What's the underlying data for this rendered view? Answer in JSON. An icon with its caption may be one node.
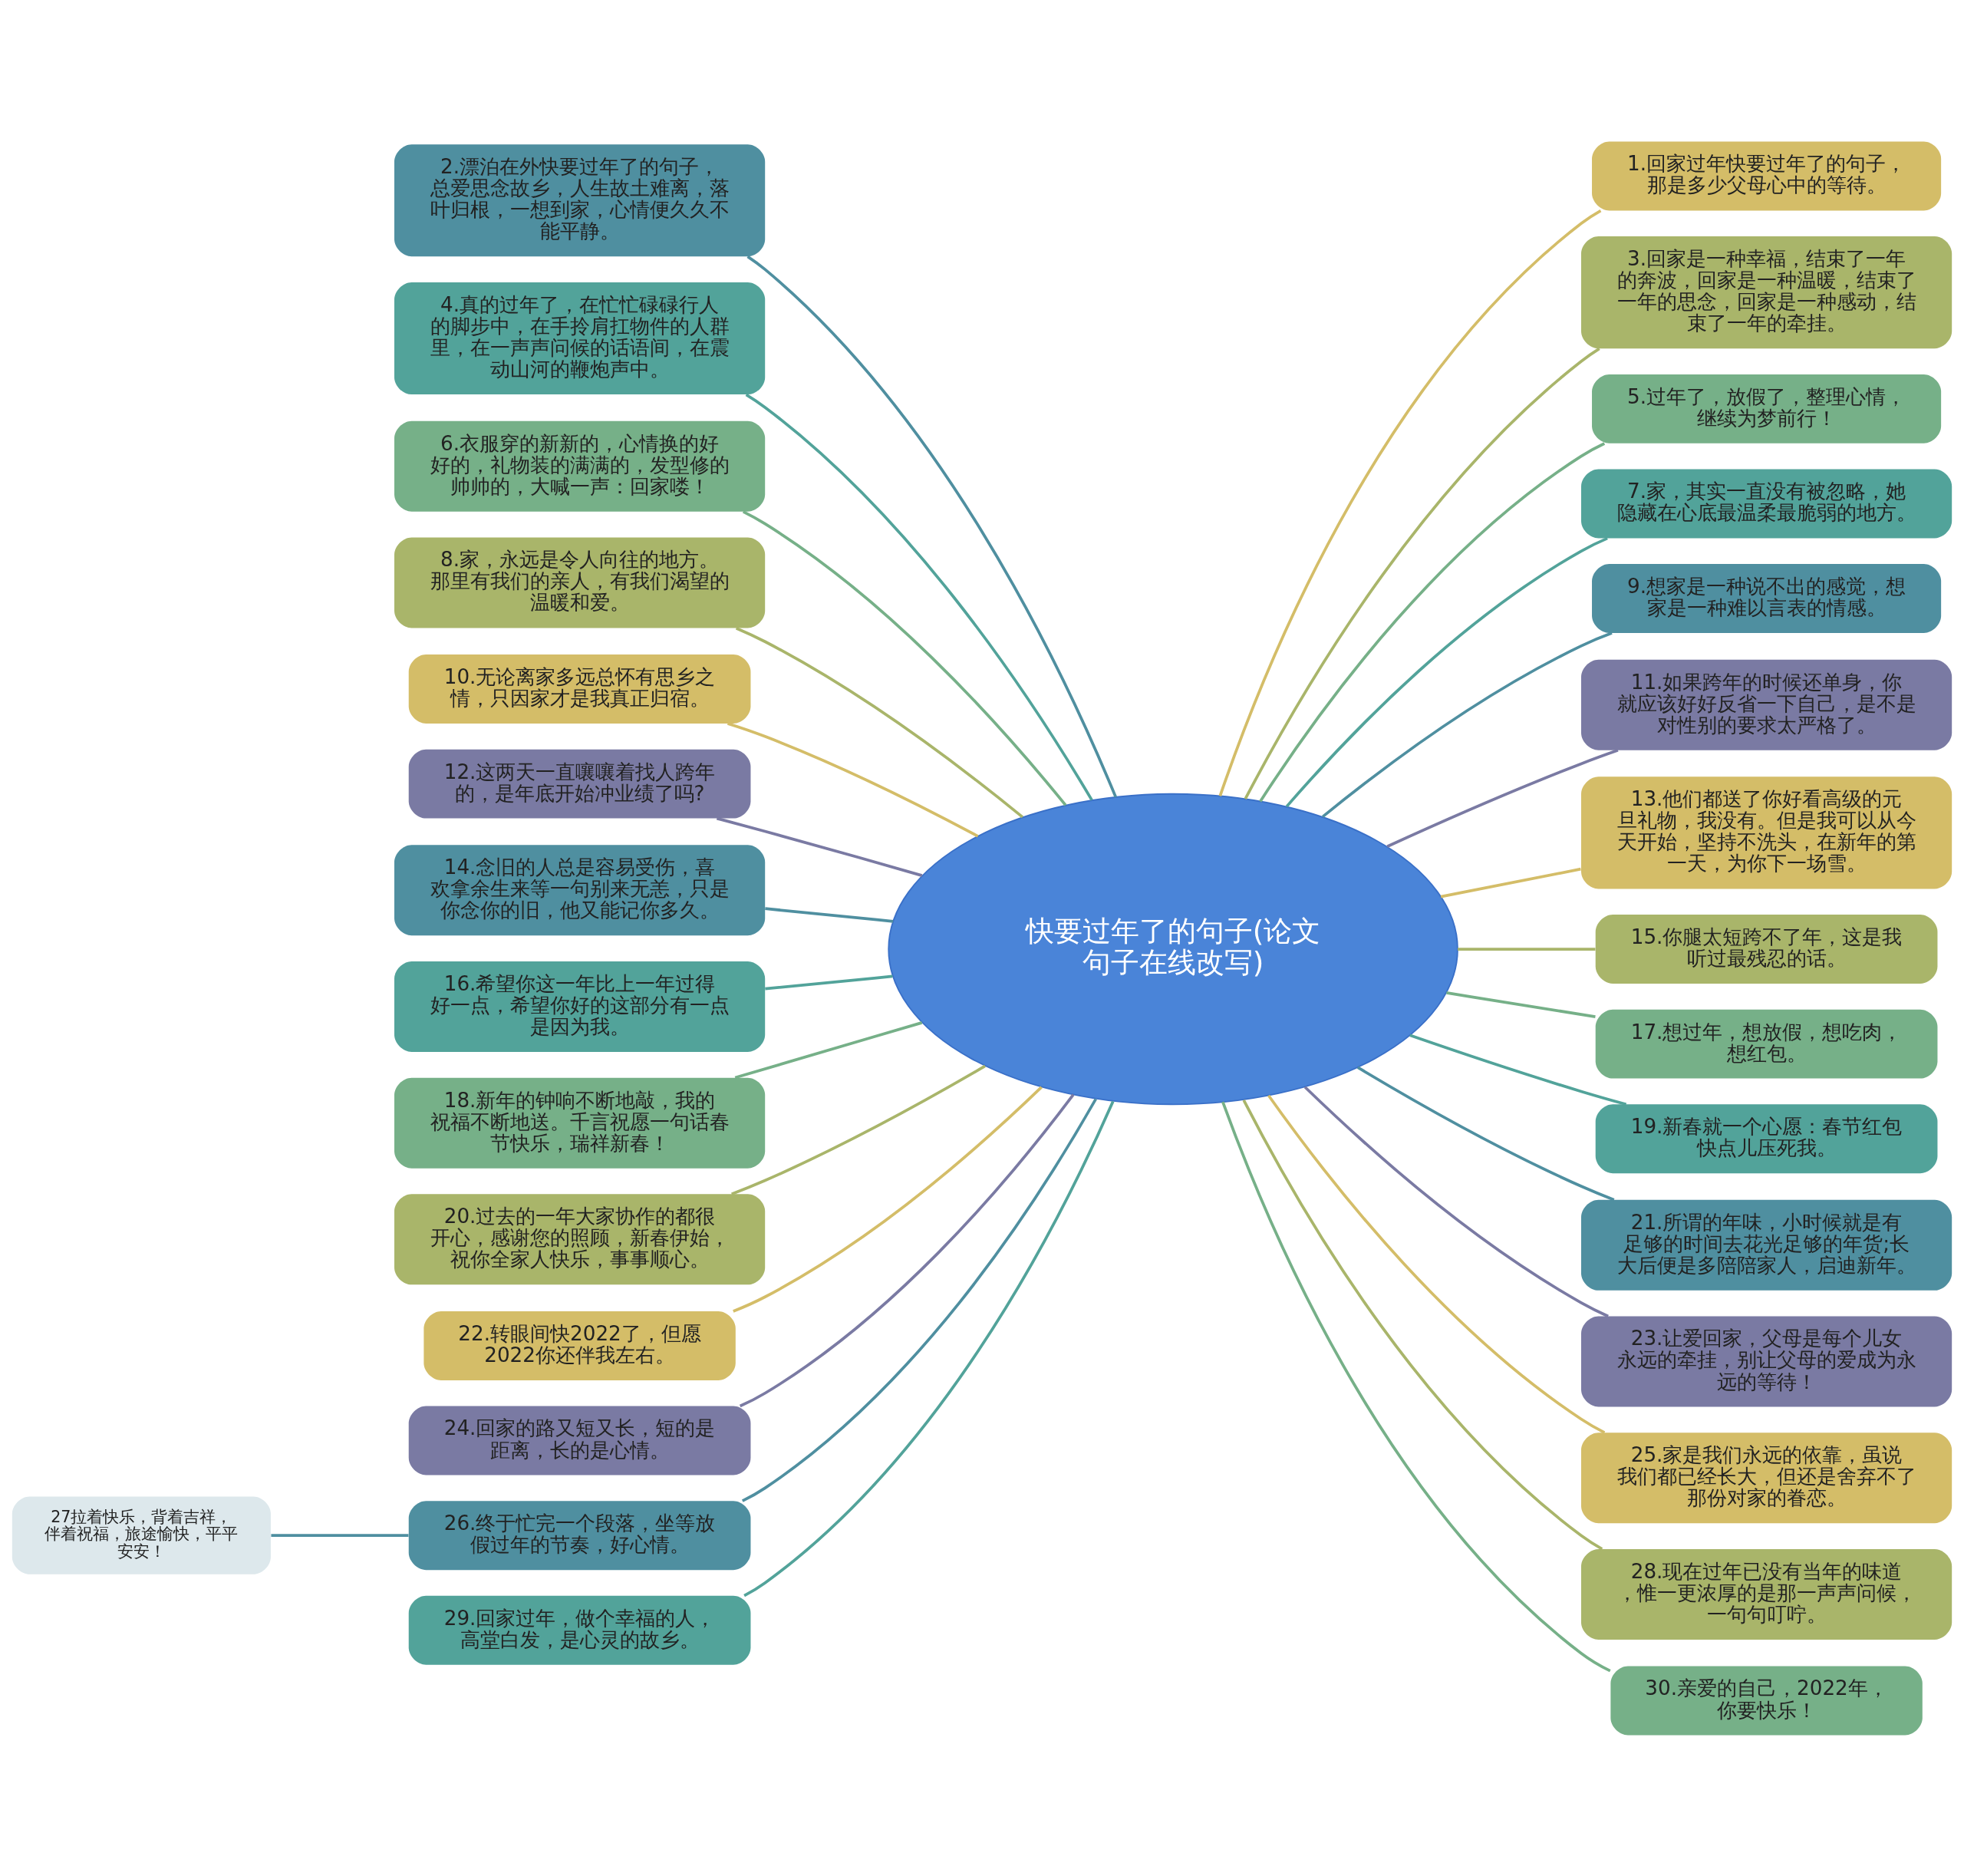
{
  "diagram": {
    "nodes": [
      {
        "text": [
          "快要过年了的句子(论文句子在线改写)"
        ]
      },
      {
        "text": [
          "1.回家过年快要过年了的句子，那是多少父母心中的等待。"
        ]
      },
      {
        "text": [
          "2.漂泊在外快要过年了的句子，总爱思念故乡，人生故土难离，落叶归根，一想到家，心情便久久不能平静。"
        ]
      },
      {
        "text": [
          "3.回家是一种幸福，结束了一年的奔波，回家是一种温暖，结束了一年的思念，回家是一种感动，结束了一年的牵挂。"
        ]
      },
      {
        "text": [
          "4.真的过年了，在忙忙碌碌行人的脚步中，在手拎肩扛物件的人群里，在一声声问候的话语间，在震动山河的鞭炮声中。"
        ]
      },
      {
        "text": [
          "5.过年了，放假了，整理心情，继续为梦前行！"
        ]
      },
      {
        "text": [
          "6.衣服穿的新新的，心情换的好好的，礼物装的满满的，发型修的帅帅的，大喊一声：回家喽！"
        ]
      },
      {
        "text": [
          "7.家，其实一直没有被忽略，她隐藏在心底最温柔最脆弱的地方。"
        ]
      },
      {
        "text": [
          "8.家，永远是令人向往的地方。那里有我们的亲人，有我们渴望的温暖和爱。"
        ]
      },
      {
        "text": [
          "9.想家是一种说不出的感觉，想家是一种难以言表的情感。"
        ]
      },
      {
        "text": [
          "10.无论离家多远总怀有思乡之情，只因家才是我真正归宿。"
        ]
      },
      {
        "text": [
          "11.如果跨年的时候还单身，你就应该好好反省一下自己，是不是对性别的要求太严格了。"
        ]
      },
      {
        "text": [
          "12.这两天一直嚷嚷着找人跨年的，是年底开始冲业绩了吗?"
        ]
      },
      {
        "text": [
          "13.他们都送了你好看高级的元旦礼物，我没有。但是我可以从今天开始，坚持不洗头，在新年的第一天，为你下一场雪。"
        ]
      },
      {
        "text": [
          "14.念旧的人总是容易受伤，喜欢拿余生来等一句别来无恙，只是你念你的旧，他又能记你多久。"
        ]
      },
      {
        "text": [
          "15.你腿太短跨不了年，这是我听过最残忍的话。"
        ]
      },
      {
        "text": [
          "16.希望你这一年比上一年过得好一点，希望你好的这部分有一点是因为我。"
        ]
      },
      {
        "text": [
          "17.想过年，想放假，想吃肉，想红包。"
        ]
      },
      {
        "text": [
          "18.新年的钟响不断地敲，我的祝福不断地送。千言祝愿一句话春节快乐，瑞祥新春！"
        ]
      },
      {
        "text": [
          "19.新春就一个心愿：春节红包快点儿压死我。"
        ]
      },
      {
        "text": [
          "20.过去的一年大家协作的都很开心，感谢您的照顾，新春伊始，祝你全家人快乐，事事顺心。"
        ]
      },
      {
        "text": [
          "21.所谓的年味，小时候就是有足够的时间去花光足够的年货;长大后便是多陪陪家人，启迪新年。"
        ]
      },
      {
        "text": [
          "22.转眼间快2022了，但愿2022你还伴我左右。"
        ]
      },
      {
        "text": [
          "23.让爱回家，父母是每个儿女永远的牵挂，别让父母的爱成为永远的等待！"
        ]
      },
      {
        "text": [
          "24.回家的路又短又长，短的是距离，长的是心情。"
        ]
      },
      {
        "text": [
          "25.家是我们永远的依靠，虽说我们都已经长大，但还是舍弃不了那份对家的眷恋。"
        ]
      },
      {
        "text": [
          "26.终于忙完一个段落，坐等放假过年的节奏，好心情。"
        ]
      },
      {
        "text": [
          "27拉着快乐，背着吉祥，伴着祝福，旅途愉快，平平安安！"
        ]
      },
      {
        "text": [
          "28.现在过年已没有当年的味道，惟一更浓厚的是那一声声问候，一句句叮咛。"
        ]
      },
      {
        "text": [
          "29.回家过年，做个幸福的人，高堂白发，是心灵的故乡。"
        ]
      },
      {
        "text": [
          "30.亲爱的自己，2022年，你要快乐！"
        ]
      }
    ],
    "edges": [
      {
        "from": 0,
        "to": 1,
        "arrow": "none",
        "color": "#d4bd68"
      },
      {
        "from": 0,
        "to": 2,
        "arrow": "none",
        "color": "#4f8fa0"
      },
      {
        "from": 0,
        "to": 3,
        "arrow": "none",
        "color": "#a9b56a"
      },
      {
        "from": 0,
        "to": 4,
        "arrow": "none",
        "color": "#52a39a"
      },
      {
        "from": 0,
        "to": 5,
        "arrow": "none",
        "color": "#76b088"
      },
      {
        "from": 0,
        "to": 6,
        "arrow": "none",
        "color": "#76b088"
      },
      {
        "from": 0,
        "to": 7,
        "arrow": "none",
        "color": "#52a39a"
      },
      {
        "from": 0,
        "to": 8,
        "arrow": "none",
        "color": "#a9b56a"
      },
      {
        "from": 0,
        "to": 9,
        "arrow": "none",
        "color": "#4f8fa0"
      },
      {
        "from": 0,
        "to": 10,
        "arrow": "none",
        "color": "#d4bd68"
      },
      {
        "from": 0,
        "to": 11,
        "arrow": "none",
        "color": "#7a7aa3"
      },
      {
        "from": 0,
        "to": 12,
        "arrow": "none",
        "color": "#7a7aa3"
      },
      {
        "from": 0,
        "to": 13,
        "arrow": "none",
        "color": "#d4bd68"
      },
      {
        "from": 0,
        "to": 14,
        "arrow": "none",
        "color": "#4f8fa0"
      },
      {
        "from": 0,
        "to": 15,
        "arrow": "none",
        "color": "#a9b56a"
      },
      {
        "from": 0,
        "to": 16,
        "arrow": "none",
        "color": "#52a39a"
      },
      {
        "from": 0,
        "to": 17,
        "arrow": "none",
        "color": "#76b088"
      },
      {
        "from": 0,
        "to": 18,
        "arrow": "none",
        "color": "#76b088"
      },
      {
        "from": 0,
        "to": 19,
        "arrow": "none",
        "color": "#52a39a"
      },
      {
        "from": 0,
        "to": 20,
        "arrow": "none",
        "color": "#a9b56a"
      },
      {
        "from": 0,
        "to": 21,
        "arrow": "none",
        "color": "#4f8fa0"
      },
      {
        "from": 0,
        "to": 22,
        "arrow": "none",
        "color": "#d4bd68"
      },
      {
        "from": 0,
        "to": 23,
        "arrow": "none",
        "color": "#7a7aa3"
      },
      {
        "from": 0,
        "to": 24,
        "arrow": "none",
        "color": "#7a7aa3"
      },
      {
        "from": 0,
        "to": 25,
        "arrow": "none",
        "color": "#d4bd68"
      },
      {
        "from": 0,
        "to": 26,
        "arrow": "none",
        "color": "#4f8fa0"
      },
      {
        "from": 26,
        "to": 27,
        "arrow": "none",
        "color": "#4f8fa0"
      },
      {
        "from": 0,
        "to": 28,
        "arrow": "none",
        "color": "#a9b56a"
      },
      {
        "from": 0,
        "to": 29,
        "arrow": "none",
        "color": "#52a39a"
      },
      {
        "from": 0,
        "to": 30,
        "arrow": "none",
        "color": "#76b088"
      }
    ]
  }
}
